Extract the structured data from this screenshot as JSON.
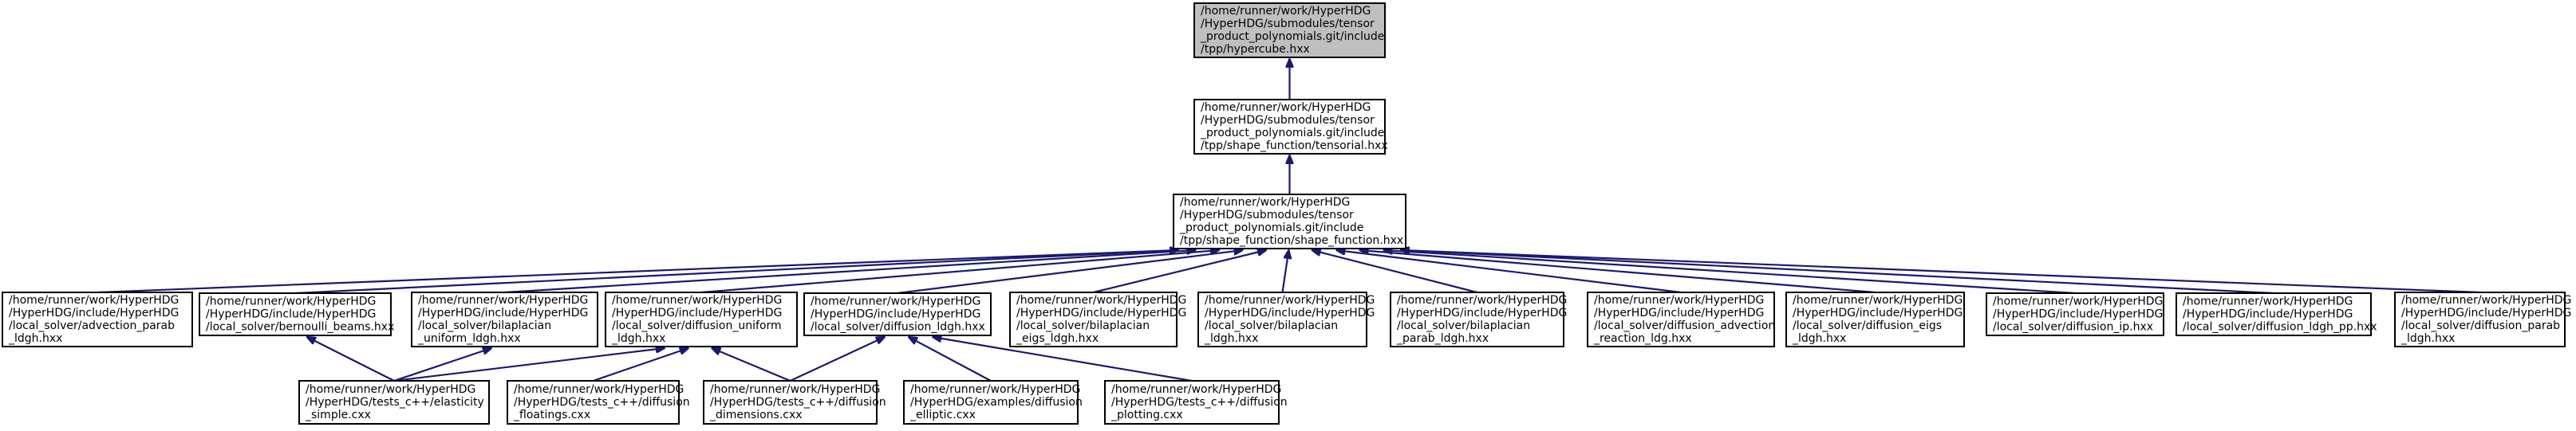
{
  "colors": {
    "edge": "#191970",
    "root_fill": "#bfbfbf",
    "node_fill": "#ffffff",
    "border": "#000000"
  },
  "nodes": [
    {
      "id": "hypercube",
      "root": true,
      "lines": [
        "/home/runner/work/HyperHDG",
        "/HyperHDG/submodules/tensor",
        "_product_polynomials.git/include",
        "/tpp/hypercube.hxx"
      ]
    },
    {
      "id": "tensorial",
      "lines": [
        "/home/runner/work/HyperHDG",
        "/HyperHDG/submodules/tensor",
        "_product_polynomials.git/include",
        "/tpp/shape_function/tensorial.hxx"
      ]
    },
    {
      "id": "shape_function",
      "lines": [
        "/home/runner/work/HyperHDG",
        "/HyperHDG/submodules/tensor",
        "_product_polynomials.git/include",
        "/tpp/shape_function/shape_function.hxx"
      ]
    },
    {
      "id": "advection_parab",
      "lines": [
        "/home/runner/work/HyperHDG",
        "/HyperHDG/include/HyperHDG",
        "/local_solver/advection_parab",
        "_ldgh.hxx"
      ]
    },
    {
      "id": "bernoulli_beams",
      "lines": [
        "/home/runner/work/HyperHDG",
        "/HyperHDG/include/HyperHDG",
        "/local_solver/bernoulli_beams.hxx"
      ]
    },
    {
      "id": "bilaplacian_uniform",
      "lines": [
        "/home/runner/work/HyperHDG",
        "/HyperHDG/include/HyperHDG",
        "/local_solver/bilaplacian",
        "_uniform_ldgh.hxx"
      ]
    },
    {
      "id": "diffusion_uniform",
      "lines": [
        "/home/runner/work/HyperHDG",
        "/HyperHDG/include/HyperHDG",
        "/local_solver/diffusion_uniform",
        "_ldgh.hxx"
      ]
    },
    {
      "id": "diffusion_ldgh",
      "lines": [
        "/home/runner/work/HyperHDG",
        "/HyperHDG/include/HyperHDG",
        "/local_solver/diffusion_ldgh.hxx"
      ]
    },
    {
      "id": "bilaplacian_eigs",
      "lines": [
        "/home/runner/work/HyperHDG",
        "/HyperHDG/include/HyperHDG",
        "/local_solver/bilaplacian",
        "_eigs_ldgh.hxx"
      ]
    },
    {
      "id": "bilaplacian_ldgh",
      "lines": [
        "/home/runner/work/HyperHDG",
        "/HyperHDG/include/HyperHDG",
        "/local_solver/bilaplacian",
        "_ldgh.hxx"
      ]
    },
    {
      "id": "bilaplacian_parab",
      "lines": [
        "/home/runner/work/HyperHDG",
        "/HyperHDG/include/HyperHDG",
        "/local_solver/bilaplacian",
        "_parab_ldgh.hxx"
      ]
    },
    {
      "id": "diffusion_advection",
      "lines": [
        "/home/runner/work/HyperHDG",
        "/HyperHDG/include/HyperHDG",
        "/local_solver/diffusion_advection",
        "_reaction_ldg.hxx"
      ]
    },
    {
      "id": "diffusion_eigs",
      "lines": [
        "/home/runner/work/HyperHDG",
        "/HyperHDG/include/HyperHDG",
        "/local_solver/diffusion_eigs",
        "_ldgh.hxx"
      ]
    },
    {
      "id": "diffusion_ip",
      "lines": [
        "/home/runner/work/HyperHDG",
        "/HyperHDG/include/HyperHDG",
        "/local_solver/diffusion_ip.hxx"
      ]
    },
    {
      "id": "diffusion_ldgh_pp",
      "lines": [
        "/home/runner/work/HyperHDG",
        "/HyperHDG/include/HyperHDG",
        "/local_solver/diffusion_ldgh_pp.hxx"
      ]
    },
    {
      "id": "diffusion_parab",
      "lines": [
        "/home/runner/work/HyperHDG",
        "/HyperHDG/include/HyperHDG",
        "/local_solver/diffusion_parab",
        "_ldgh.hxx"
      ]
    },
    {
      "id": "elasticity_simple",
      "lines": [
        "/home/runner/work/HyperHDG",
        "/HyperHDG/tests_c++/elasticity",
        "_simple.cxx"
      ]
    },
    {
      "id": "diffusion_floatings",
      "lines": [
        "/home/runner/work/HyperHDG",
        "/HyperHDG/tests_c++/diffusion",
        "_floatings.cxx"
      ]
    },
    {
      "id": "diffusion_dimensions",
      "lines": [
        "/home/runner/work/HyperHDG",
        "/HyperHDG/tests_c++/diffusion",
        "_dimensions.cxx"
      ]
    },
    {
      "id": "diffusion_elliptic",
      "lines": [
        "/home/runner/work/HyperHDG",
        "/HyperHDG/examples/diffusion",
        "_elliptic.cxx"
      ]
    },
    {
      "id": "diffusion_plotting",
      "lines": [
        "/home/runner/work/HyperHDG",
        "/HyperHDG/tests_c++/diffusion",
        "_plotting.cxx"
      ]
    }
  ],
  "edges": [
    [
      "tensorial",
      "hypercube"
    ],
    [
      "shape_function",
      "tensorial"
    ],
    [
      "advection_parab",
      "shape_function"
    ],
    [
      "bernoulli_beams",
      "shape_function"
    ],
    [
      "bilaplacian_uniform",
      "shape_function"
    ],
    [
      "diffusion_uniform",
      "shape_function"
    ],
    [
      "diffusion_ldgh",
      "shape_function"
    ],
    [
      "bilaplacian_eigs",
      "shape_function"
    ],
    [
      "bilaplacian_ldgh",
      "shape_function"
    ],
    [
      "bilaplacian_parab",
      "shape_function"
    ],
    [
      "diffusion_advection",
      "shape_function"
    ],
    [
      "diffusion_eigs",
      "shape_function"
    ],
    [
      "diffusion_ip",
      "shape_function"
    ],
    [
      "diffusion_ldgh_pp",
      "shape_function"
    ],
    [
      "diffusion_parab",
      "shape_function"
    ],
    [
      "elasticity_simple",
      "bernoulli_beams"
    ],
    [
      "elasticity_simple",
      "bilaplacian_uniform"
    ],
    [
      "elasticity_simple",
      "diffusion_uniform"
    ],
    [
      "diffusion_floatings",
      "diffusion_uniform"
    ],
    [
      "diffusion_dimensions",
      "diffusion_uniform"
    ],
    [
      "diffusion_dimensions",
      "diffusion_ldgh"
    ],
    [
      "diffusion_elliptic",
      "diffusion_ldgh"
    ],
    [
      "diffusion_plotting",
      "diffusion_ldgh"
    ]
  ]
}
